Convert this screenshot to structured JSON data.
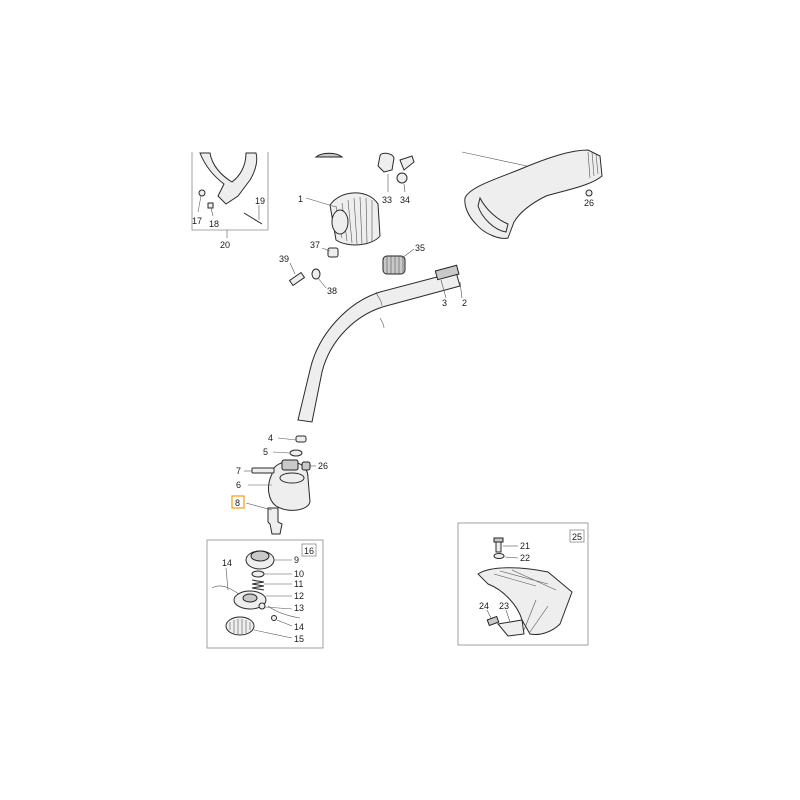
{
  "labels": {
    "l1": "1",
    "l2": "2",
    "l3": "3",
    "l4": "4",
    "l5": "5",
    "l6": "6",
    "l7": "7",
    "l8": "8",
    "l9": "9",
    "l10": "10",
    "l11": "11",
    "l12": "12",
    "l13": "13",
    "l14a": "14",
    "l14b": "14",
    "l15": "15",
    "l16": "16",
    "l17": "17",
    "l18": "18",
    "l19": "19",
    "l20": "20",
    "l21": "21",
    "l22": "22",
    "l23": "23",
    "l24": "24",
    "l25": "25",
    "l26a": "26",
    "l26b": "26",
    "l33": "33",
    "l34": "34",
    "l35": "35",
    "l37": "37",
    "l38": "38",
    "l39": "39"
  },
  "colors": {
    "highlight": "#f39c12",
    "line": "#2a2a2a",
    "leader": "#555555",
    "frame": "#8a8a8a"
  },
  "highlighted_part": "8"
}
